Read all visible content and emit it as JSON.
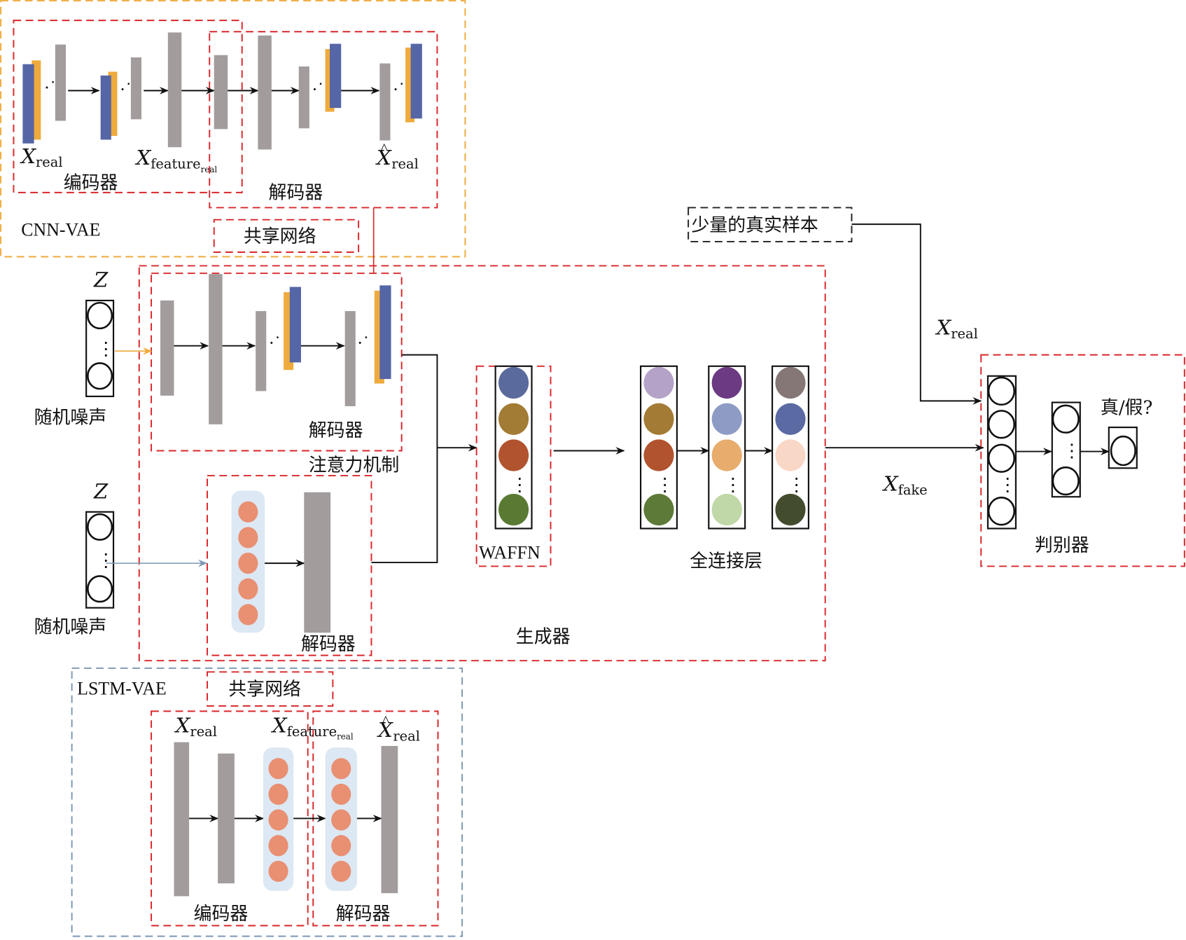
{
  "cnn_vae": {
    "title": "CNN-VAE",
    "encoder_label": "编码器",
    "decoder_label": "解码器",
    "shared_label": "共享网络",
    "x_real": {
      "main": "X",
      "sub": "real"
    },
    "x_feature": {
      "main": "X",
      "sub": "feature",
      "subsub": "real"
    },
    "x_hat_real": {
      "main": "X",
      "hat": "^",
      "sub": "real"
    }
  },
  "generator": {
    "title": "生成器",
    "noise_z": "Z",
    "noise_label": "随机噪声",
    "attention_decoder_label": "解码器",
    "attention_label": "注意力机制",
    "lstm_decoder_label": "解码器",
    "waffn_label": "WAFFN",
    "fc_label": "全连接层"
  },
  "real_samples_label": "少量的真实样本",
  "x_real_edge": {
    "main": "X",
    "sub": "real"
  },
  "x_fake_edge": {
    "main": "X",
    "sub": "fake"
  },
  "discriminator": {
    "title": "判别器",
    "output_label": "真/假?"
  },
  "lstm_vae": {
    "title": "LSTM-VAE",
    "shared_label": "共享网络",
    "encoder_label": "编码器",
    "decoder_label": "解码器",
    "x_real": {
      "main": "X",
      "sub": "real"
    },
    "x_feature": {
      "main": "X",
      "sub": "feature",
      "subsub": "real"
    },
    "x_hat_real": {
      "main": "X",
      "hat": "^",
      "sub": "real"
    }
  },
  "colors": {
    "generator_border": "#d9262a",
    "cnn_vae_border": "#eeaa3c",
    "lstm_vae_border": "#7d97b3",
    "conv_blue": "#5566a6",
    "conv_orange": "#eeaa3c",
    "layer_gray": "#a39c9c",
    "lstm_cell": "#e98f72",
    "lstm_bg": "#dce8f3",
    "waffn_nodes": [
      "#5b6a9c",
      "#a27b34",
      "#b1532e",
      "#5a7a33"
    ],
    "fc_col1": [
      "#b5a2c8",
      "#a47b34",
      "#b1532e",
      "#5e7a38"
    ],
    "fc_col2": [
      "#6c3a82",
      "#8e9cc5",
      "#e8ac6d",
      "#c0d7a8"
    ],
    "fc_col3": [
      "#857775",
      "#5b6aa2",
      "#f9d7c6",
      "#434d2e"
    ]
  }
}
